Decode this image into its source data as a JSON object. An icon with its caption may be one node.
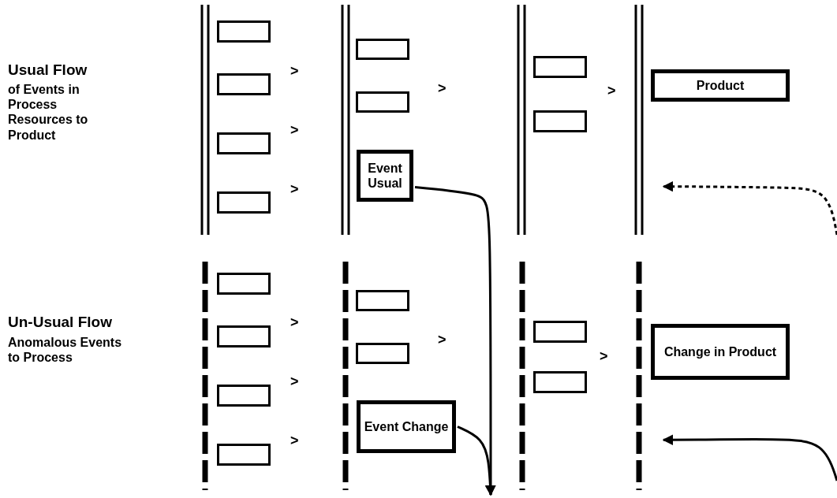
{
  "diagram": {
    "nodes": [
      {
        "text": [],
        "shape": "box"
      },
      {
        "text": [],
        "shape": "box"
      },
      {
        "text": [],
        "shape": "box"
      },
      {
        "text": [],
        "shape": "box"
      },
      {
        "text": [],
        "shape": "box"
      },
      {
        "text": [],
        "shape": "box"
      },
      {
        "text": [
          "Event Usual"
        ]
      },
      {
        "text": [],
        "shape": "box"
      },
      {
        "text": [],
        "shape": "box"
      },
      {
        "text": [],
        "shape": "bar"
      },
      {
        "text": [
          "Product"
        ]
      },
      {
        "text": [],
        "shape": "box"
      },
      {
        "text": [],
        "shape": "box"
      },
      {
        "text": [],
        "shape": "box"
      },
      {
        "text": [],
        "shape": "box"
      },
      {
        "text": [],
        "shape": "box"
      },
      {
        "text": [],
        "shape": "box"
      },
      {
        "text": [
          "Event Change"
        ]
      },
      {
        "text": [],
        "shape": "box"
      },
      {
        "text": [],
        "shape": "box"
      },
      {
        "text": [],
        "shape": "bar"
      },
      {
        "text": [
          "Change in Product"
        ]
      }
    ],
    "edges": [
      {
        "from": 6,
        "to": null,
        "arrow": "to"
      },
      {
        "from": 17,
        "to": null,
        "arrow": "to"
      },
      {
        "from": null,
        "to": 9,
        "arrow": "to",
        "style": "dashed"
      },
      {
        "from": null,
        "to": 20,
        "arrow": "to"
      }
    ],
    "labels": [
      "Usual Flow",
      "of Events in Process Resources to Product",
      ">",
      ">",
      ">",
      ">",
      ">",
      "Un-Usual Flow",
      "Anomalous Events to Process",
      ">",
      ">",
      ">",
      ">",
      ">"
    ]
  }
}
